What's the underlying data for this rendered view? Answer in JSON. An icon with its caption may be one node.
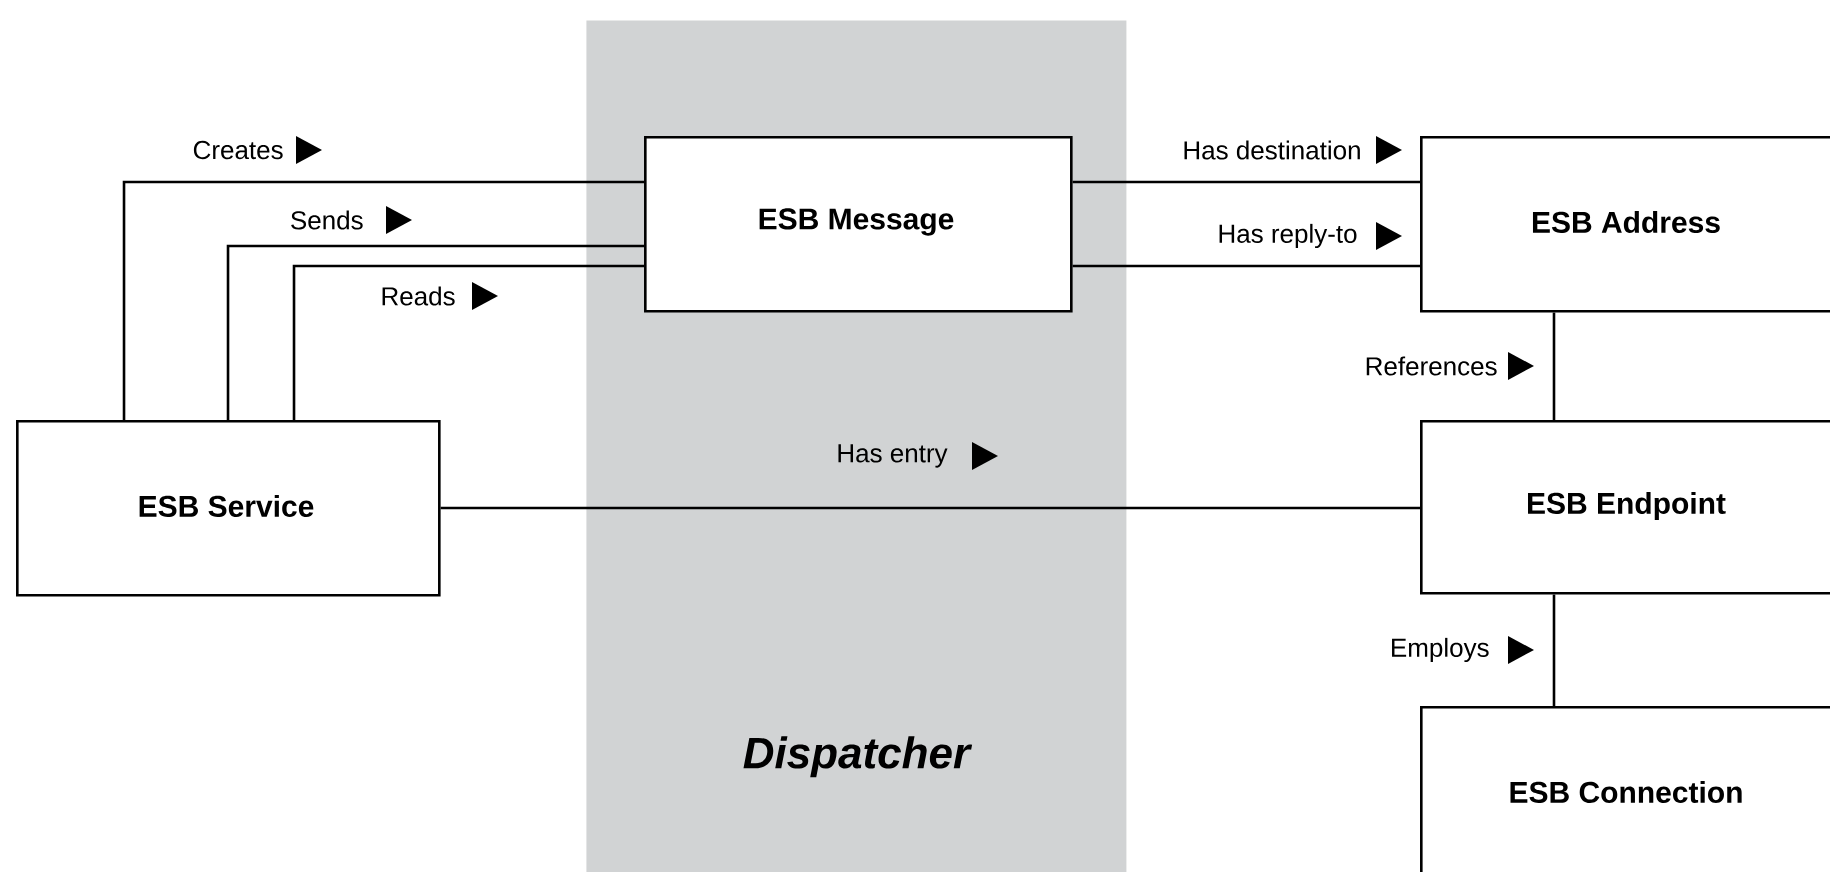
{
  "diagram": {
    "nodes": [
      {
        "text": [
          "Dispatcher"
        ]
      },
      {
        "text": [
          "ESB Message"
        ],
        "in": 0
      },
      {
        "text": [
          "ESB Address"
        ]
      },
      {
        "text": [
          "ESB Service"
        ]
      },
      {
        "text": [
          "ESB Endpoint"
        ]
      },
      {
        "text": [
          "ESB Connection"
        ]
      }
    ],
    "edges": [
      {
        "from": 3,
        "to": 1,
        "arrow": "none",
        "label": "Creates"
      },
      {
        "from": 3,
        "to": 1,
        "arrow": "none",
        "label": "Sends"
      },
      {
        "from": 3,
        "to": 1,
        "arrow": "none",
        "label": "Reads"
      },
      {
        "from": 1,
        "to": 2,
        "arrow": "none",
        "label": "Has destination"
      },
      {
        "from": 1,
        "to": 2,
        "arrow": "none",
        "label": "Has reply-to"
      },
      {
        "from": 2,
        "to": 4,
        "arrow": "none",
        "label": "References"
      },
      {
        "from": 3,
        "to": 4,
        "arrow": "none",
        "label": "Has entry"
      },
      {
        "from": 4,
        "to": 5,
        "arrow": "none",
        "label": "Employs"
      }
    ]
  }
}
